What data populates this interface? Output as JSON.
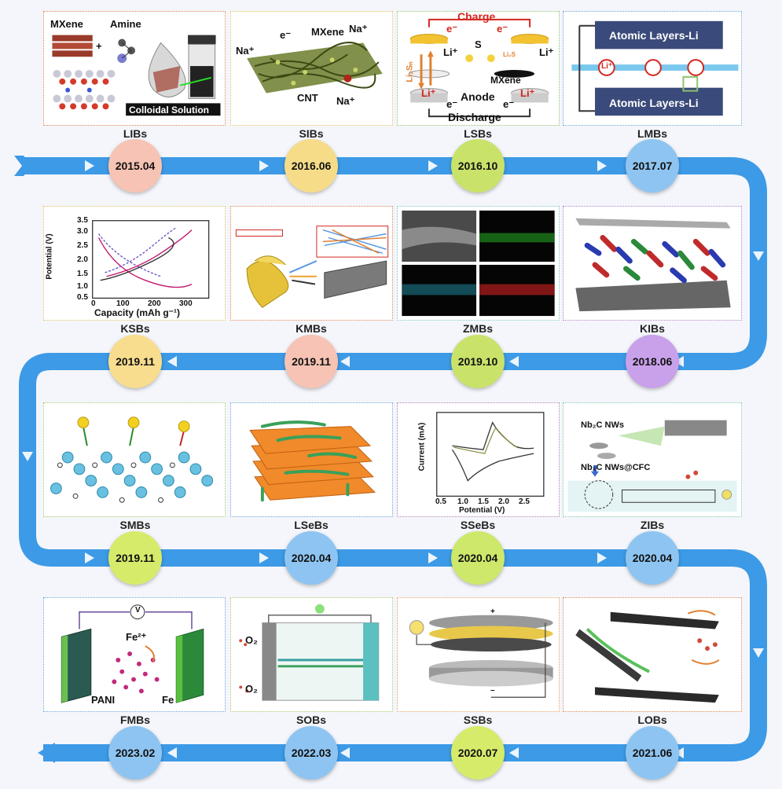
{
  "colors": {
    "track": "#3d9ae6",
    "track_dark": "#2d84d6",
    "background": "#f4f6fb"
  },
  "milestones": [
    {
      "name": "LIBs",
      "date": "2015.04",
      "badge_color": "#f6c3b4",
      "border": "#e0834f"
    },
    {
      "name": "SIBs",
      "date": "2016.06",
      "badge_color": "#f6dc88",
      "border": "#e6c062"
    },
    {
      "name": "LSBs",
      "date": "2016.10",
      "badge_color": "#c9e26a",
      "border": "#8cc26e"
    },
    {
      "name": "LMBs",
      "date": "2017.07",
      "badge_color": "#8ec4f1",
      "border": "#6aa3d8"
    },
    {
      "name": "KSBs",
      "date": "2019.11",
      "badge_color": "#f8dd8e",
      "border": "#e6c062"
    },
    {
      "name": "KMBs",
      "date": "2019.11",
      "badge_color": "#f6c3b4",
      "border": "#e0834f"
    },
    {
      "name": "ZMBs",
      "date": "2019.10",
      "badge_color": "#c9e26a",
      "border": "#7fc6c6"
    },
    {
      "name": "KIBs",
      "date": "2018.06",
      "badge_color": "#c9a1ea",
      "border": "#b07fd0"
    },
    {
      "name": "SMBs",
      "date": "2019.11",
      "badge_color": "#d7eb6b",
      "border": "#a6c86a"
    },
    {
      "name": "LSeBs",
      "date": "2020.04",
      "badge_color": "#8ec4f1",
      "border": "#6aa3d8"
    },
    {
      "name": "SSeBs",
      "date": "2020.04",
      "badge_color": "#cde86a",
      "border": "#b07fb4"
    },
    {
      "name": "ZIBs",
      "date": "2020.04",
      "badge_color": "#8ec4f1",
      "border": "#7fc6a6"
    },
    {
      "name": "FMBs",
      "date": "2023.02",
      "badge_color": "#8ec4f1",
      "border": "#6aa3d8"
    },
    {
      "name": "SOBs",
      "date": "2022.03",
      "badge_color": "#8ec4f1",
      "border": "#a6c86a"
    },
    {
      "name": "SSBs",
      "date": "2020.07",
      "badge_color": "#d7eb6b",
      "border": "#e6a062"
    },
    {
      "name": "LOBs",
      "date": "2021.06",
      "badge_color": "#8ec4f1",
      "border": "#e0834f"
    }
  ],
  "panel_text": {
    "libs": {
      "mxene": "MXene",
      "plus": "+",
      "amine": "Amine",
      "colloid": "Colloidal Solution"
    },
    "sibs": {
      "na1": "Na⁺",
      "e": "e⁻",
      "mxene": "MXene",
      "na2": "Na⁺",
      "cnt": "CNT",
      "na3": "Na⁺"
    },
    "lsbs": {
      "charge": "Charge",
      "e1": "e⁻",
      "s": "S",
      "e2": "e⁻",
      "li1": "Li⁺",
      "li2": "Li⁺",
      "li2sn": "Li₂Sₙ",
      "li2s": "Li₂S",
      "mxene": "MXene",
      "li3": "Li⁺",
      "anode": "Anode",
      "e3": "e⁻",
      "e4": "e⁻",
      "li4": "Li⁺",
      "discharge": "Discharge"
    },
    "lmbs": {
      "top": "Atomic Layers-Li",
      "li": "Li⁺",
      "bottom": "Atomic Layers-Li"
    },
    "ksbs": {
      "ylabel": "Potential (V)",
      "xlabel": "Capacity (mAh g⁻¹)",
      "yticks": [
        "3.0",
        "2.5",
        "2.0",
        "1.5",
        "1.0",
        "0.5"
      ],
      "top_tick": "3.5",
      "xticks": [
        "0",
        "100",
        "200",
        "300"
      ]
    },
    "zibs": {
      "nw": "Nb₂C NWs",
      "nw_cfc": "Nb₂C NWs@CFC"
    },
    "ssebs": {
      "ylabel": "Current (mA)",
      "xlabel": "Potential (V)",
      "xticks": [
        "0.5",
        "1.0",
        "1.5",
        "2.0",
        "2.5"
      ]
    },
    "fmbs": {
      "v": "V",
      "fe2": "Fe²⁺",
      "pani": "PANI",
      "fe": "Fe"
    },
    "sobs": {
      "o2a": "O₂",
      "o2b": "O₂"
    },
    "ssbs": {
      "plus": "+",
      "minus": "–"
    }
  }
}
